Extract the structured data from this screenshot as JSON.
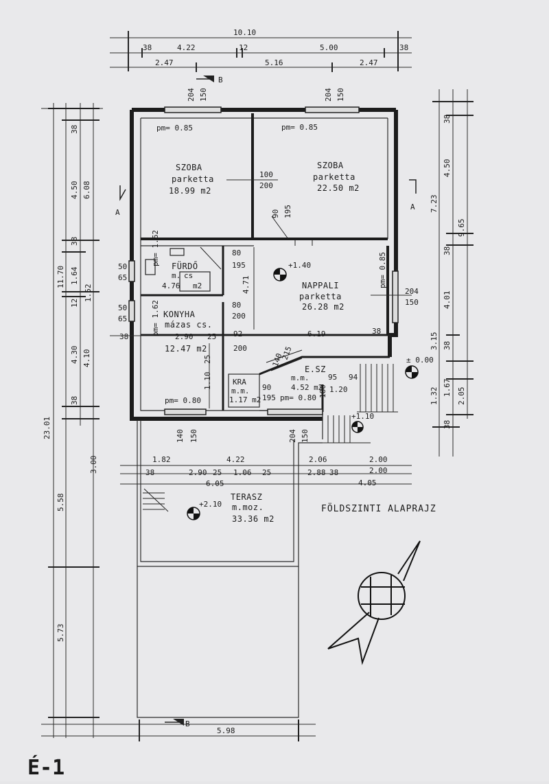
{
  "title": "FÖLDSZINTI ALAPRAJZ",
  "sheet_number": "É-1",
  "section_marks": {
    "top": "B",
    "left": "A",
    "right": "A",
    "bottom": "B"
  },
  "rooms": {
    "szoba1": {
      "name": "SZOBA",
      "floor": "parketta",
      "area": "18.99 m2",
      "pm": "pm= 0.85"
    },
    "szoba2": {
      "name": "SZOBA",
      "floor": "parketta",
      "area": "22.50 m2",
      "pm": "pm= 0.85"
    },
    "furdo": {
      "name": "FÜRDŐ",
      "floor": "m.",
      "floor2": "cs",
      "area": "4.76",
      "unit": "m2",
      "pm": "pm= 1.62"
    },
    "konyha": {
      "name": "KONYHA",
      "floor": "mázas cs.",
      "area": "12.47 m2",
      "pm": "pm= 1.62",
      "pm2": "pm= 0.80"
    },
    "nappali": {
      "name": "NAPPALI",
      "floor": "parketta",
      "area": "26.28 m2",
      "pm": "pm= 0.85"
    },
    "kra": {
      "name": "KRA",
      "floor": "m.m.",
      "area": "1.17 m2"
    },
    "esz": {
      "name": "E.SZ",
      "floor": "m.m.",
      "area": "4.52 m2",
      "pm": "pm= 0.80"
    },
    "terasz": {
      "name": "TERASZ",
      "floor": "m.moz.",
      "area": "33.36 m2"
    }
  },
  "levels": {
    "nappali": "+1.40",
    "entrance": "± 0.00",
    "landing": "+1.10",
    "terasz": "+2.10"
  },
  "door_labels": {
    "d_100": "100",
    "d_200": "200",
    "d_90": "90",
    "d_195": "195",
    "d_80a": "80",
    "d_195b": "195",
    "d_80b": "80",
    "d_200b": "200",
    "d_92": "92",
    "d_200c": "200",
    "d_140": "140",
    "d_215": "215",
    "d_90b": "90",
    "d_195c": "195",
    "d_95": "95",
    "d_94": "94",
    "d_180": "180",
    "d_120": "1.20"
  },
  "window_labels": {
    "w1a": "204",
    "w1b": "150",
    "w2a": "204",
    "w2b": "150",
    "w3a": "204",
    "w3b": "150",
    "w4a": "140",
    "w4b": "150",
    "w5a": "204",
    "w5b": "150",
    "w6a": "50",
    "w6b": "65",
    "w7a": "50",
    "w7b": "65"
  },
  "top_dims": {
    "row1": [
      "10.10"
    ],
    "row2": [
      "38",
      "4.22",
      "12",
      "5.00",
      "38"
    ],
    "row3": [
      "2.47",
      "5.16",
      "2.47"
    ]
  },
  "left_dims": {
    "outer": [
      "11.70",
      "23.01",
      "5.58",
      "5.73"
    ],
    "mid": [
      "38",
      "4.50",
      "38",
      "1.64",
      "12",
      "4.30",
      "38",
      "3.00"
    ],
    "inner": [
      "6.08",
      "1.52",
      "4.10"
    ]
  },
  "right_dims": {
    "outer": [
      "38",
      "4.50",
      "38",
      "4.01",
      "3.15",
      "1.32",
      "38"
    ],
    "mid": [
      "7.23",
      "9.65",
      "38",
      "1.67"
    ],
    "inner": [
      "2.05"
    ]
  },
  "interior_dims": {
    "wall1": "4.71",
    "row_a": [
      "38",
      "2.90",
      "25",
      "92",
      "6.19",
      "38"
    ],
    "konyha_h": "1.10",
    "konyha_w": "25"
  },
  "terrace_dims": {
    "row1": [
      "1.82",
      "4.22",
      "2.06",
      "2.00"
    ],
    "row2": [
      "38",
      "2.90",
      "25",
      "1.06",
      "25",
      "2.88",
      "38",
      "2.00"
    ],
    "row3": [
      "6.05",
      "4.05"
    ],
    "bottom": "5.98"
  }
}
